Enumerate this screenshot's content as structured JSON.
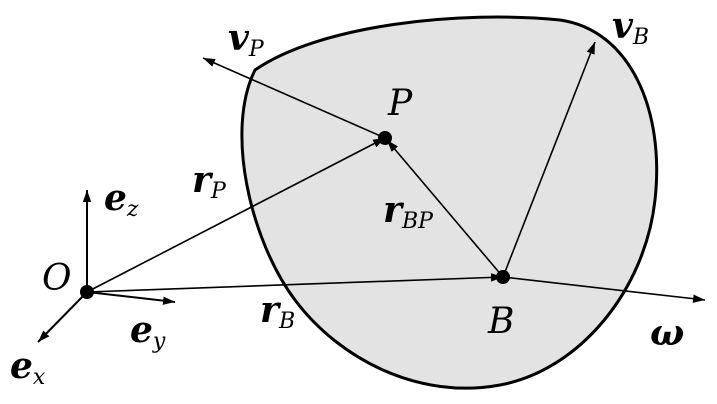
{
  "diagram": {
    "points": {
      "origin": "O",
      "point_p": "P",
      "point_b": "B"
    },
    "vectors": {
      "v_p": {
        "main": "v",
        "sub": "P"
      },
      "v_b": {
        "main": "v",
        "sub": "B"
      },
      "r_p": {
        "main": "r",
        "sub": "P"
      },
      "r_b": {
        "main": "r",
        "sub": "B"
      },
      "r_bp": {
        "main": "r",
        "sub": "BP"
      },
      "e_x": {
        "main": "e",
        "sub": "x"
      },
      "e_y": {
        "main": "e",
        "sub": "y"
      },
      "e_z": {
        "main": "e",
        "sub": "z"
      },
      "omega": "ω"
    },
    "colors": {
      "body_fill": "#e3e3e3",
      "stroke": "#000000"
    }
  }
}
